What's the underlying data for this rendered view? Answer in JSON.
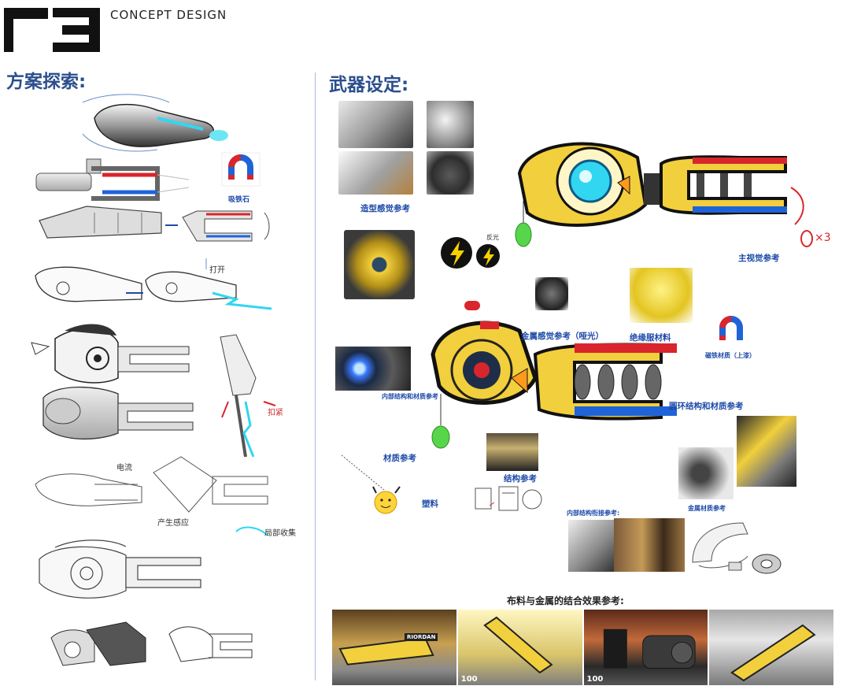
{
  "header": {
    "logo_text": "r3",
    "brand": "CONCEPT DESIGN"
  },
  "left_section": {
    "title": "方案探索:",
    "magnet_label": "吸铁石",
    "notes": [
      "打开",
      "扣紧",
      "电流",
      "产生感应",
      "局部收集"
    ]
  },
  "right_section": {
    "title": "武器设定:",
    "labels": {
      "shape_ref": "造型感觉参考",
      "main_visual": "主视觉参考",
      "metal_matte": "金属感觉参考（哑光）",
      "insulation": "绝缘服材料",
      "magnet_material": "磁铁材质（上漆）",
      "internal": "内部结构和材质参考",
      "ring": "圆环结构和材质参考",
      "material_ref": "材质参考",
      "plastic": "塑料",
      "structure": "结构参考",
      "metal_material": "金属材质参考",
      "joint": "内部结构衔接参考:",
      "times": "×3",
      "glow": "反光"
    },
    "combo_title": "布料与金属的结合效果参考:",
    "hud": [
      "100",
      "100"
    ],
    "plate": "RIORDAN"
  },
  "colors": {
    "accent_blue": "#1e4aa8",
    "weapon_yellow": "#f2cf3c",
    "magnet_red": "#d8262c",
    "magnet_blue": "#1f63d8",
    "glow_cyan": "#32d6f0"
  }
}
